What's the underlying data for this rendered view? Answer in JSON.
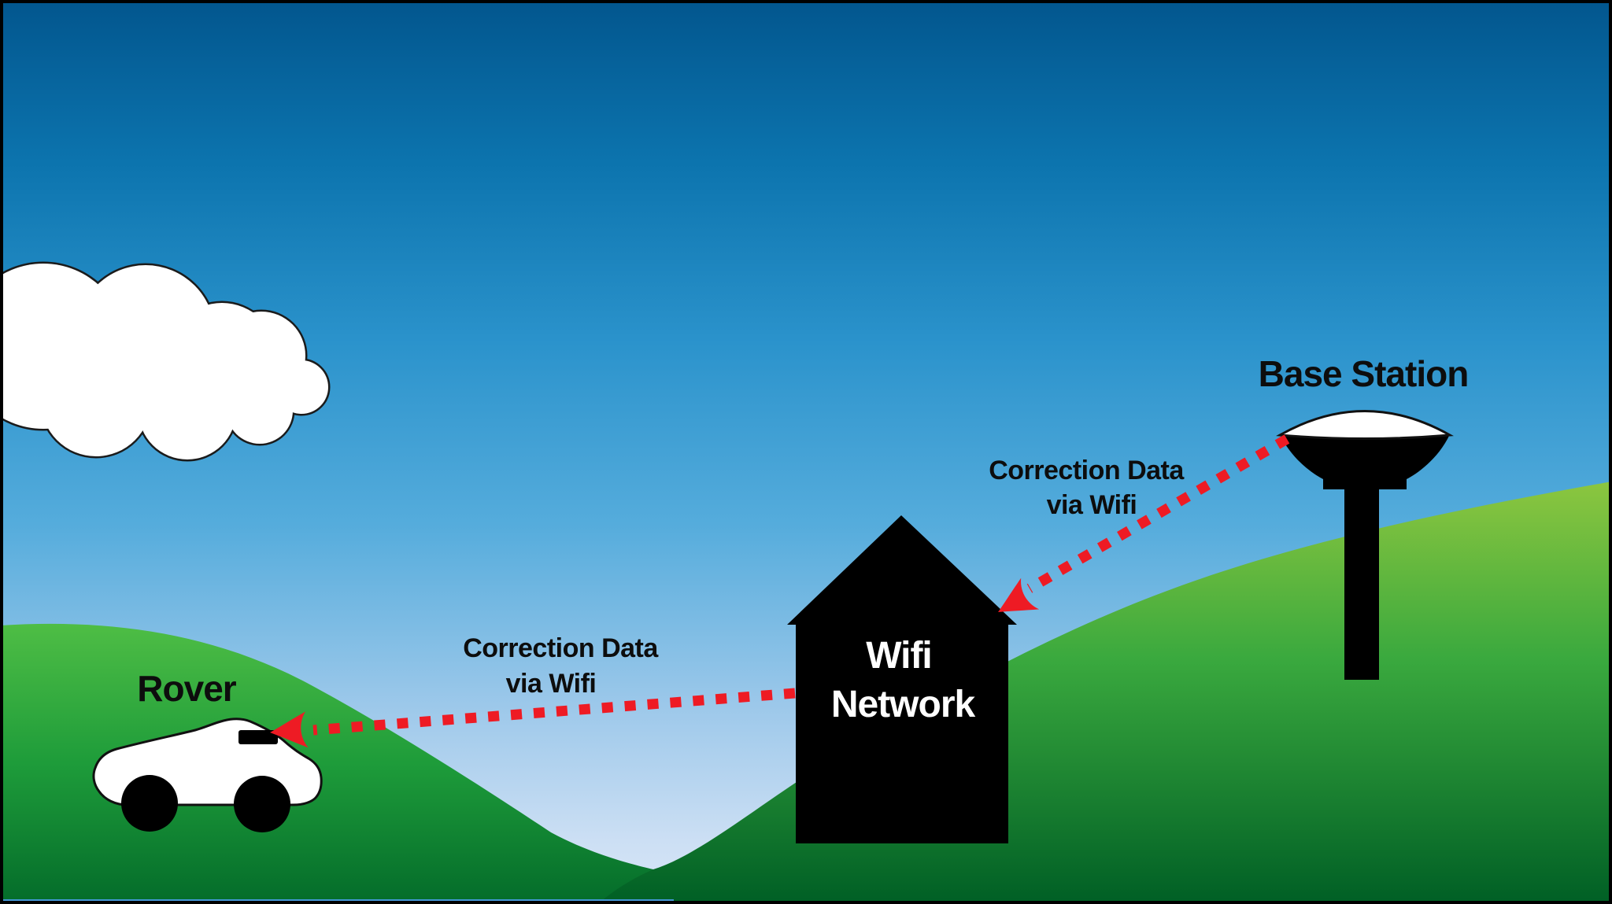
{
  "diagram": {
    "labels": {
      "base_station": "Base Station",
      "rover": "Rover",
      "wifi_network": {
        "line1": "Wifi",
        "line2": "Network"
      },
      "link_base_to_wifi": {
        "line1": "Correction Data",
        "line2": "via Wifi"
      },
      "link_wifi_to_rover": {
        "line1": "Correction Data",
        "line2": "via Wifi"
      }
    },
    "colors": {
      "sky_top": "#02568E",
      "sky_horizon": "#D9E7F8",
      "hill_light_green": "#8CC63F",
      "hill_dark_green": "#005F25",
      "arrow_red": "#EE1B24",
      "structure_black": "#000000",
      "cloud_white": "#FFFFFF",
      "label_text_black": "#0D0D0D",
      "wifi_text_white": "#FFFFFF",
      "bottom_edge_blue": "#4498D6"
    }
  }
}
